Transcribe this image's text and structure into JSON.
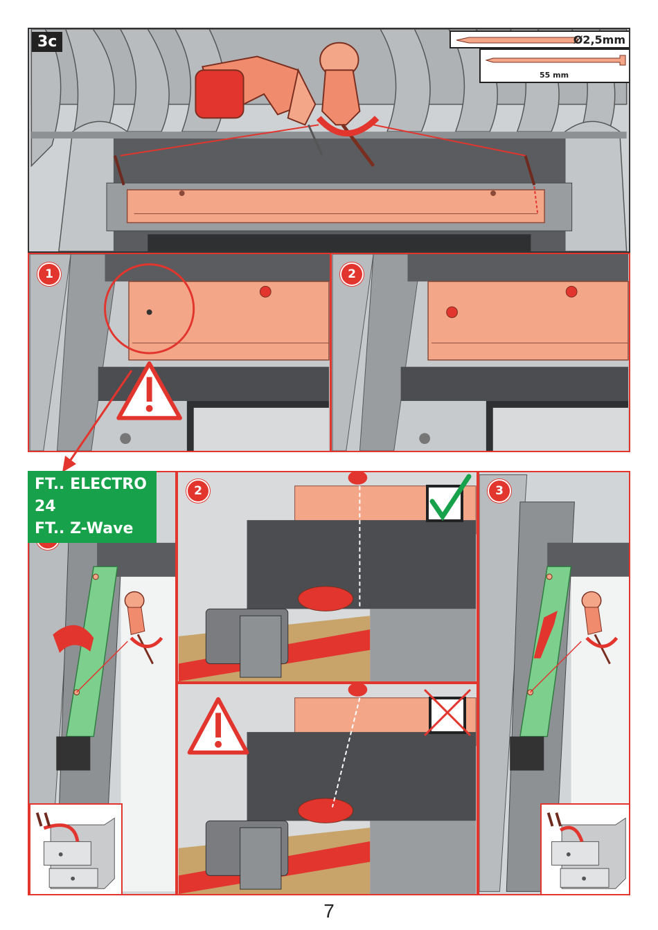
{
  "step": {
    "label": "3c"
  },
  "specs": {
    "drill_bit": "Ø2,5mm",
    "screw_length": "55 mm"
  },
  "detail_top": {
    "badges": [
      "1",
      "2"
    ]
  },
  "models": {
    "line1": "FT.. ELECTRO 24",
    "line2": "FT.. Z-Wave"
  },
  "detail_bottom": {
    "badges": [
      "1",
      "2",
      "3"
    ]
  },
  "colors": {
    "accent_red": "#e2352e",
    "salmon": "#f4a688",
    "green_tag": "#17a14a",
    "rail_green": "#7ccf8c",
    "tile_grey": "#b9bcbf",
    "frame_dark": "#4b4d50"
  },
  "icons": [
    "drill-icon",
    "screwdriver-icon",
    "warning-triangle-icon",
    "checkmark-box-icon",
    "cross-box-icon",
    "drawer-cabinet-icon",
    "screws-icon",
    "rotation-arrow-icon"
  ],
  "page": {
    "number": "7"
  }
}
